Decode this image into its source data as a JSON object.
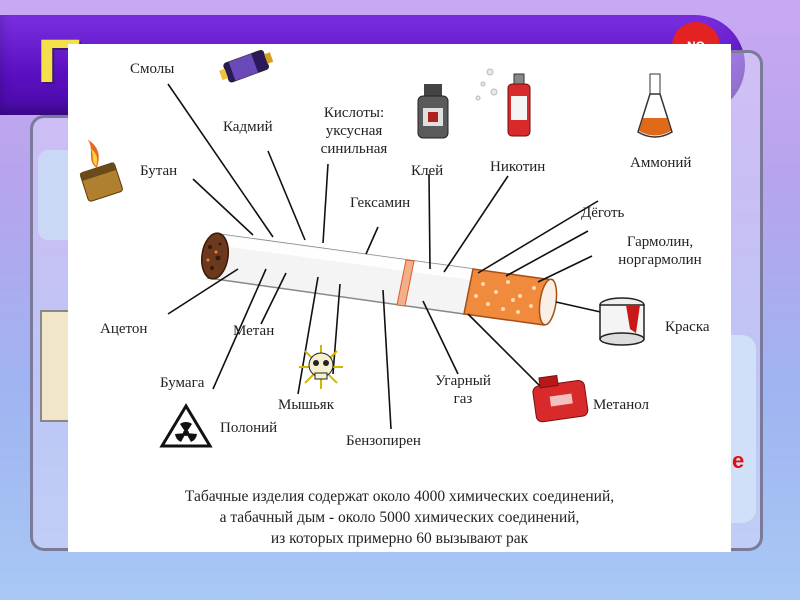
{
  "slide": {
    "title": "Поговорим о вреде",
    "badge": "NO",
    "side_text": "е"
  },
  "diagram": {
    "labels": {
      "smoly": "Смолы",
      "kadmiy": "Кадмий",
      "kisloty_1": "Кислоты:",
      "kisloty_2": "уксусная",
      "kisloty_3": "синильная",
      "butan": "Бутан",
      "klei": "Клей",
      "nikotin": "Никотин",
      "ammoniy": "Аммоний",
      "geksamin": "Гексамин",
      "degot": "Дёготь",
      "garmolin_1": "Гармолин,",
      "garmolin_2": "норгармолин",
      "aceton": "Ацетон",
      "metan": "Метан",
      "kraska": "Краска",
      "bumaga": "Бумага",
      "myshyak": "Мышьяк",
      "ugarny_1": "Угарный",
      "ugarny_2": "газ",
      "metanol": "Метанол",
      "poloniy": "Полоний",
      "benzopiren": "Бензопирен"
    },
    "caption": [
      "Табачные изделия содержат около 4000 химических соединений,",
      "а табачный дым - около 5000 химических соединений,",
      "из которых примерно 60 вызывают рак"
    ],
    "icons": [
      "battery-icon",
      "lighter-icon",
      "glue-bottle-icon",
      "spray-can-icon",
      "flask-icon",
      "paint-can-icon",
      "skull-icon",
      "radiation-icon",
      "fuel-canister-icon"
    ],
    "colors": {
      "filter": "#f08a3c",
      "ash": "#6b3a1e",
      "leader": "#111111",
      "ring": "#e05a2a"
    }
  }
}
